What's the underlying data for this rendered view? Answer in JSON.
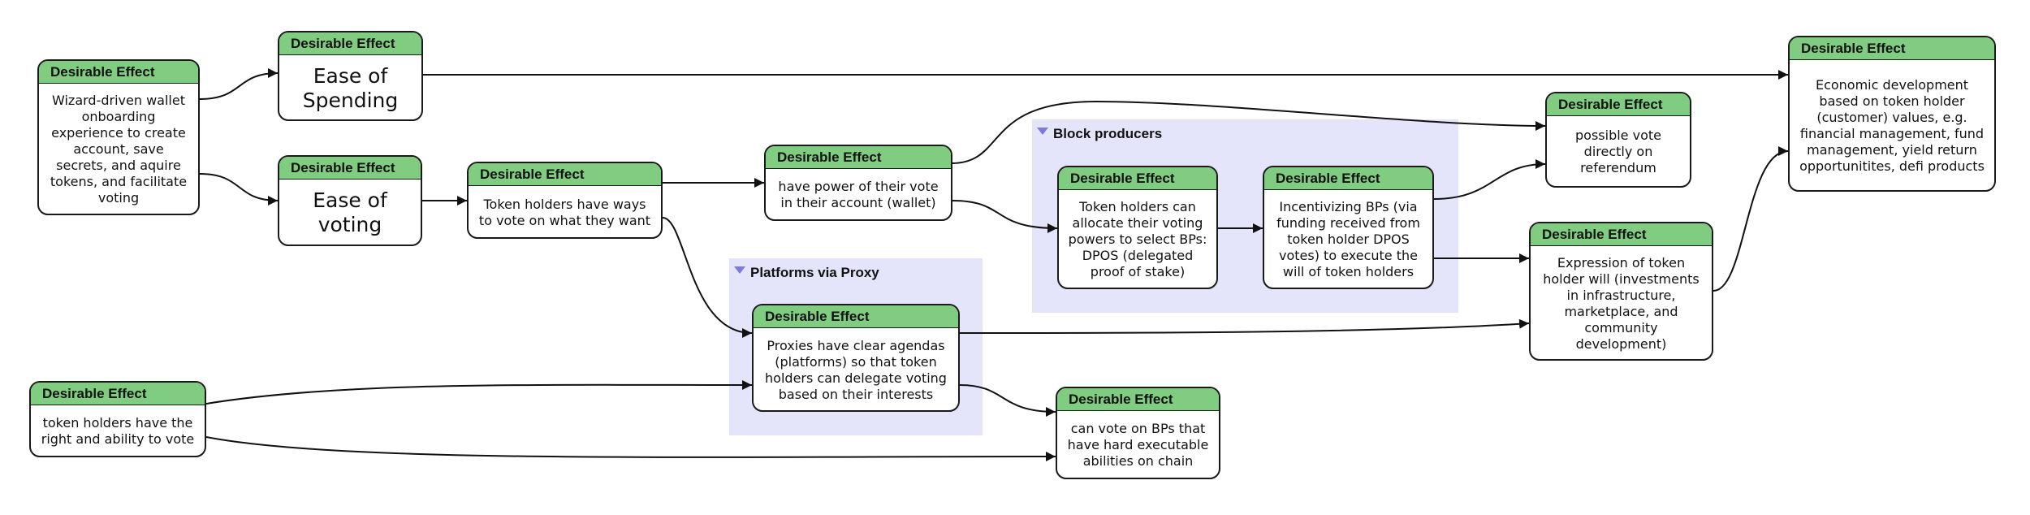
{
  "groups": {
    "block_producers": {
      "title": "Block producers"
    },
    "platforms_via_proxy": {
      "title": "Platforms via Proxy"
    }
  },
  "nodes": {
    "wizard_wallet": {
      "header": "Desirable Effect",
      "text": "Wizard-driven wallet onboarding experience to create account, save secrets, and aquire tokens, and facilitate voting"
    },
    "ease_spending": {
      "header": "Desirable Effect",
      "text": "Ease of Spending"
    },
    "ease_voting": {
      "header": "Desirable Effect",
      "text": "Ease of voting"
    },
    "ways_to_vote": {
      "header": "Desirable Effect",
      "text": "Token holders have ways to vote on what they want"
    },
    "power_of_vote": {
      "header": "Desirable Effect",
      "text": "have power of their vote in their account (wallet)"
    },
    "allocate_powers": {
      "header": "Desirable Effect",
      "text": "Token holders can allocate their voting powers to select BPs: DPOS (delegated proof of stake)"
    },
    "incentivizing_bps": {
      "header": "Desirable Effect",
      "text": "Incentivizing BPs (via funding received from token holder DPOS votes) to execute the will of token holders"
    },
    "vote_referendum": {
      "header": "Desirable Effect",
      "text": "possible vote directly on referendum"
    },
    "economic_development": {
      "header": "Desirable Effect",
      "text": "Economic development based on token holder (customer) values, e.g. financial management, fund management, yield return opportunitites, defi products"
    },
    "expression_will": {
      "header": "Desirable Effect",
      "text": "Expression of token holder will (investments in infrastructure, marketplace, and community development)"
    },
    "proxies_agendas": {
      "header": "Desirable Effect",
      "text": "Proxies have clear agendas (platforms) so that token holders can delegate voting based on their interests"
    },
    "right_to_vote": {
      "header": "Desirable Effect",
      "text": "token holders have the right and ability to vote"
    },
    "hard_abilities": {
      "header": "Desirable Effect",
      "text": "can vote on BPs that have hard executable abilities on chain"
    }
  }
}
